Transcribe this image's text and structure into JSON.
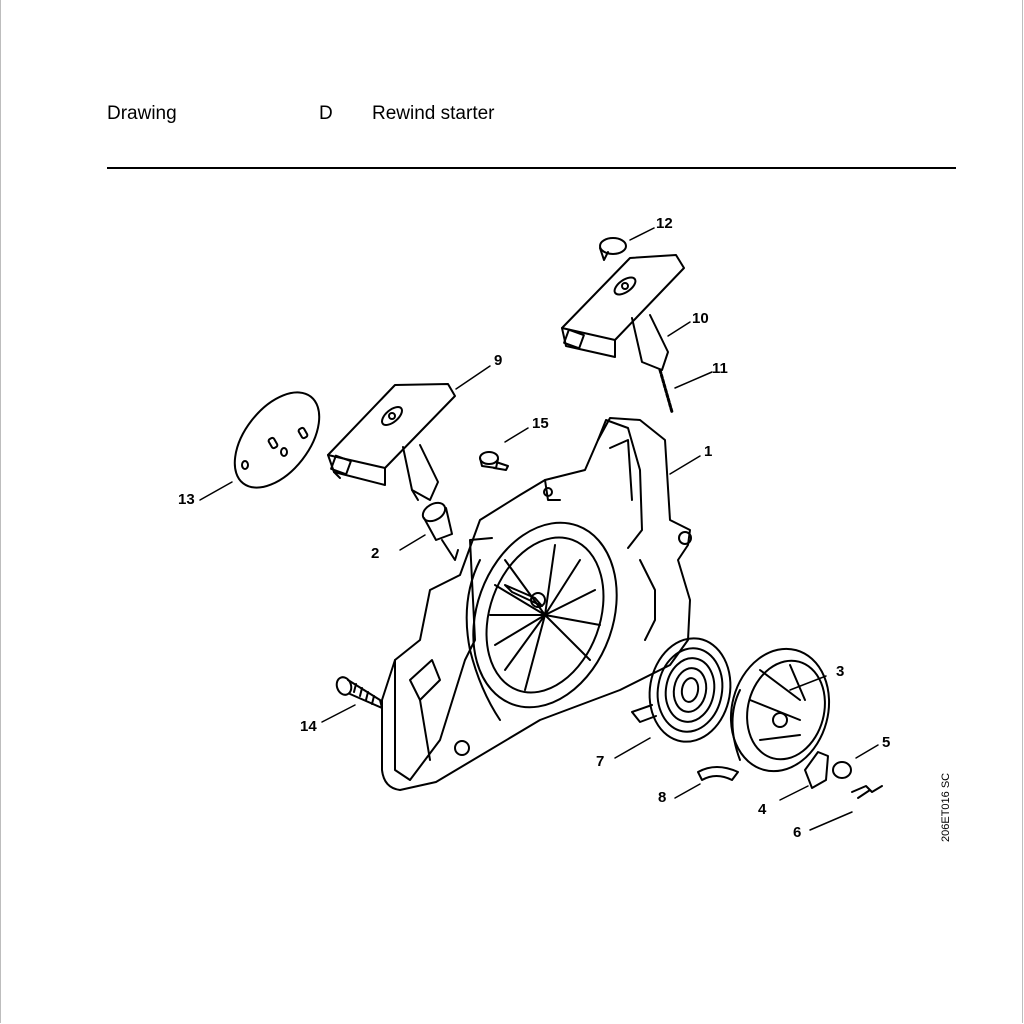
{
  "header": {
    "section_label": "Drawing",
    "letter": "D",
    "title": "Rewind starter"
  },
  "drawing_code": "206ET016 SC",
  "callouts": [
    "1",
    "2",
    "3",
    "4",
    "5",
    "6",
    "7",
    "8",
    "9",
    "10",
    "11",
    "12",
    "13",
    "14",
    "15"
  ],
  "parts": [
    "fan-housing",
    "rope-guide-bush",
    "rope-rotor",
    "pawl",
    "washer",
    "spring-clip",
    "rewind-spring",
    "spring-housing",
    "starter-grip",
    "starter-grip",
    "starter-rope",
    "grip-cap",
    "cover-plate",
    "screw",
    "pan-head-screw"
  ]
}
